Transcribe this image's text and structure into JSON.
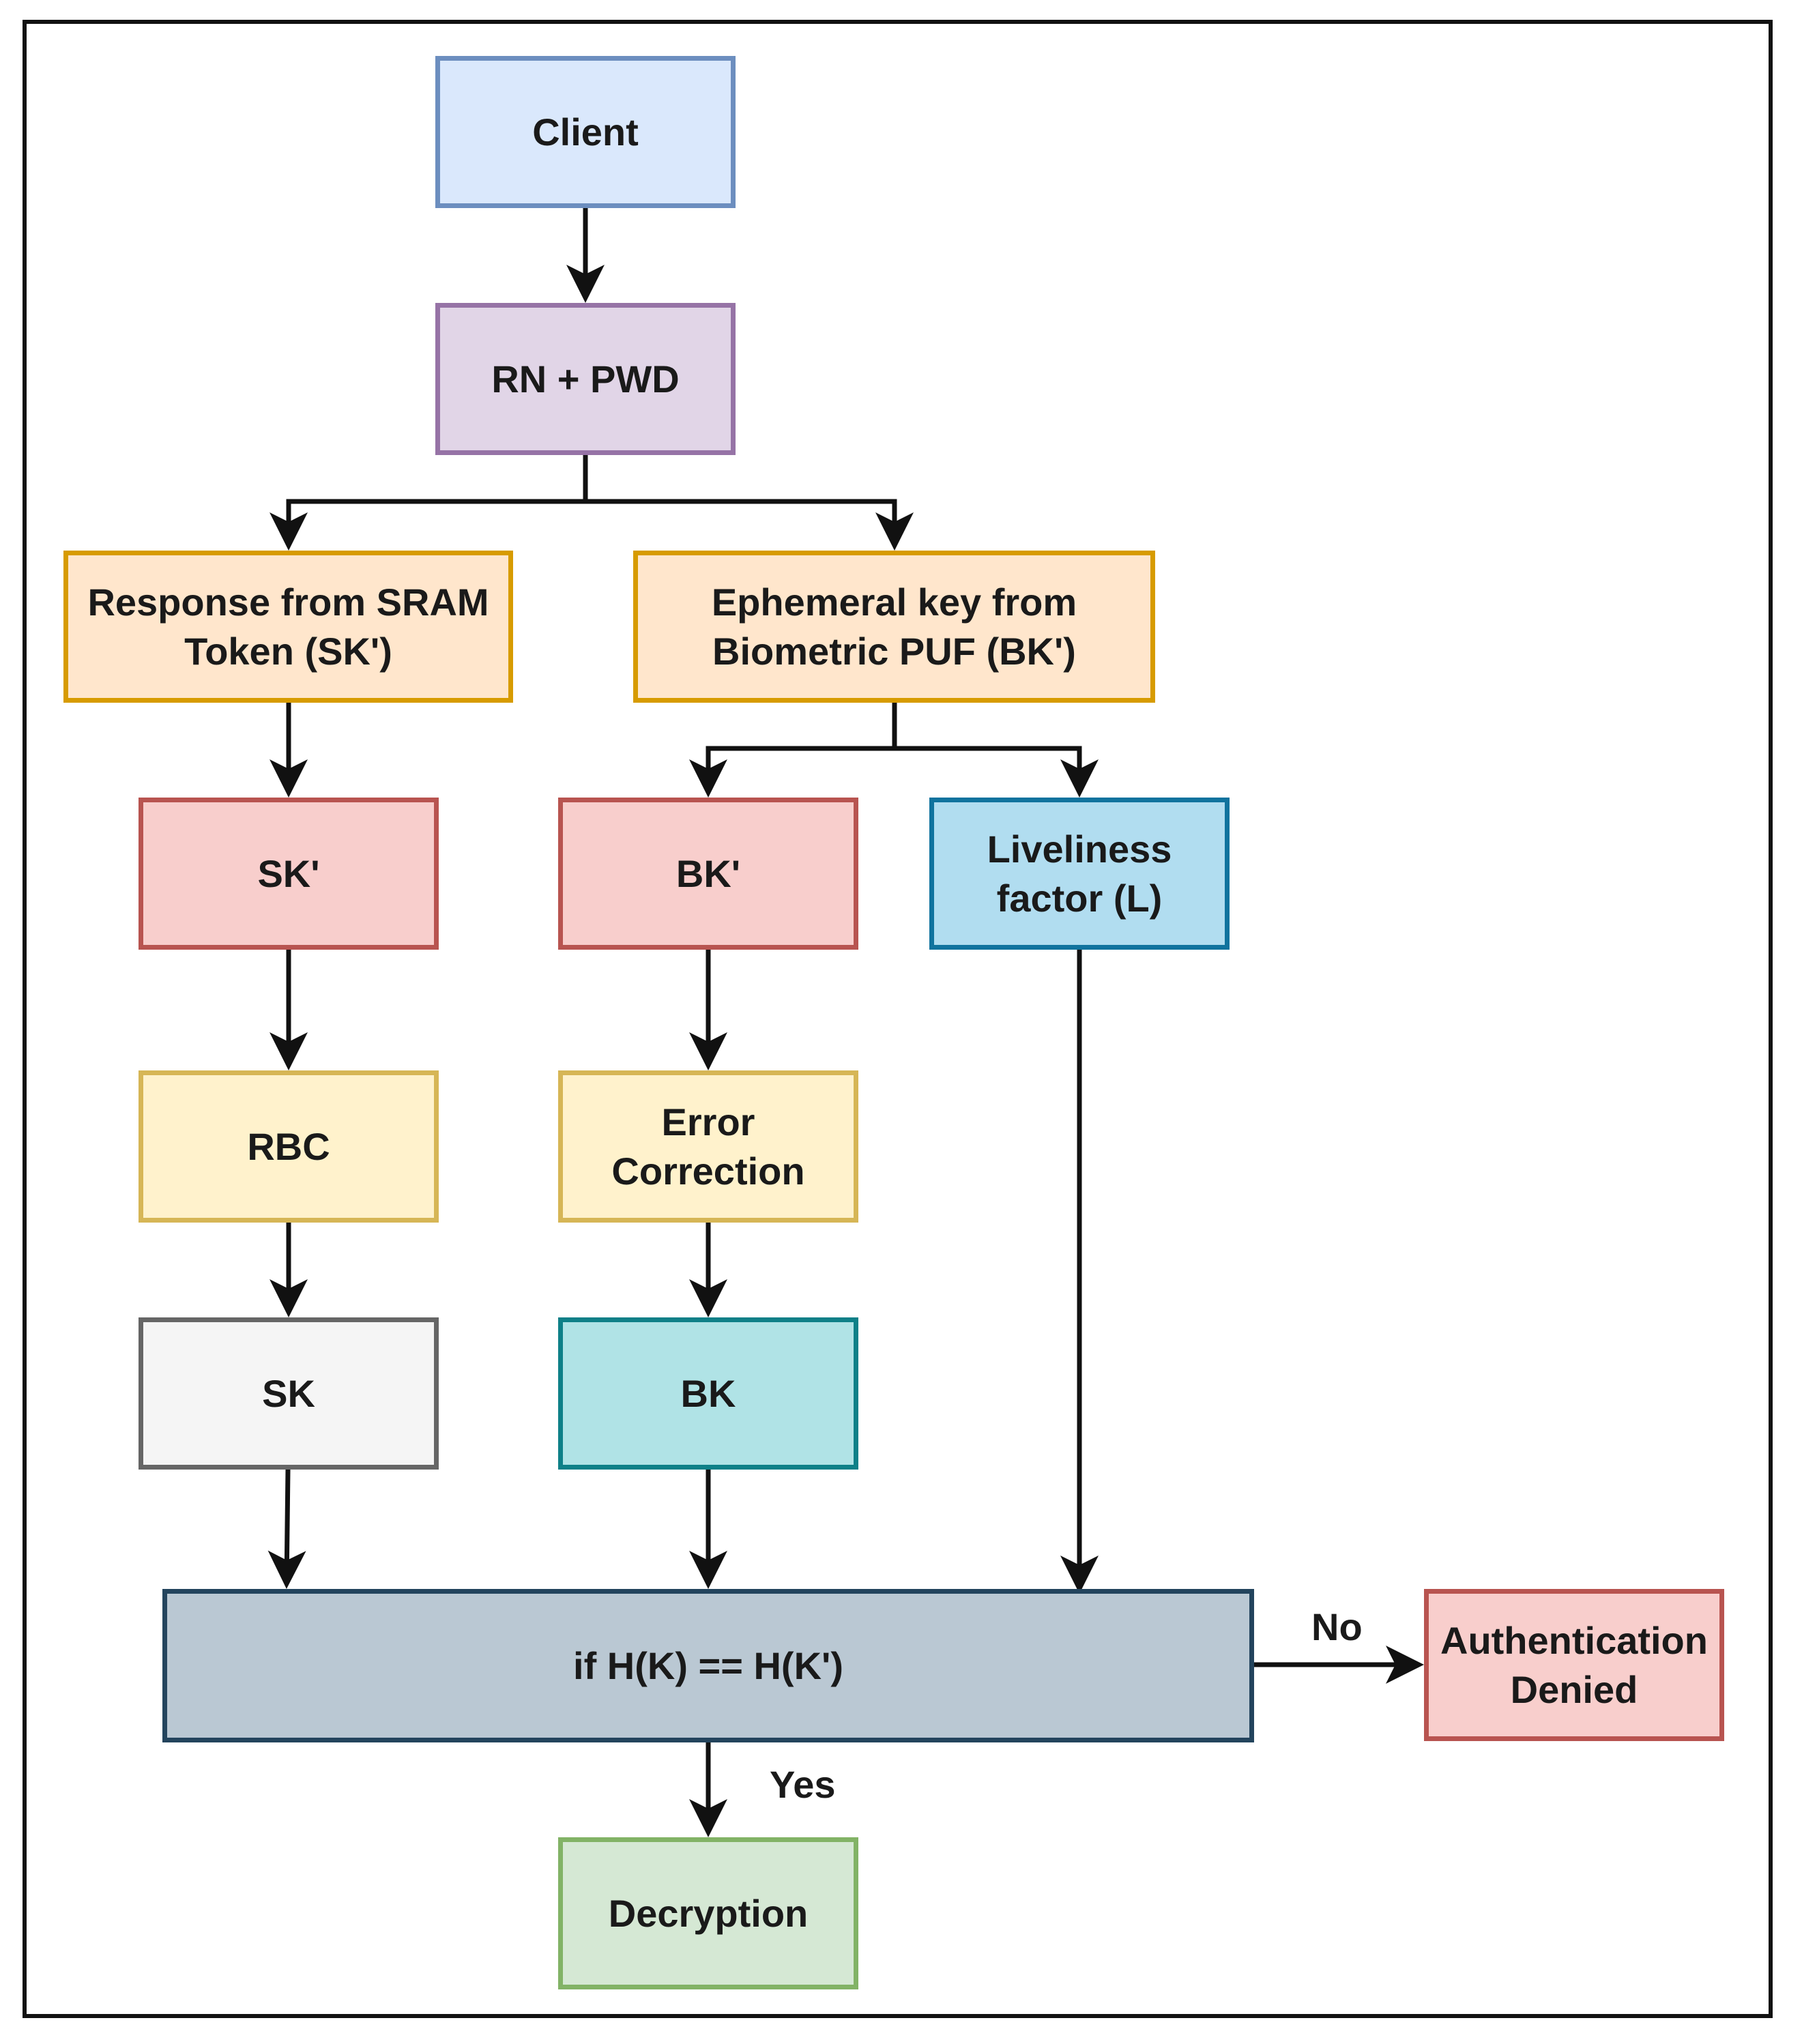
{
  "nodes": {
    "client": {
      "text": "Client",
      "fill": "#dae8fc",
      "stroke": "#6c8ebf"
    },
    "rn_pwd": {
      "text": "RN + PWD",
      "fill": "#e1d5e7",
      "stroke": "#9673a6"
    },
    "sram_response": {
      "text": "Response from SRAM\nToken (SK')",
      "fill": "#ffe6cc",
      "stroke": "#d79b00"
    },
    "ephemeral_key": {
      "text": "Ephemeral key from\nBiometric PUF (BK')",
      "fill": "#ffe6cc",
      "stroke": "#d79b00"
    },
    "sk_prime": {
      "text": "SK'",
      "fill": "#f8cecc",
      "stroke": "#b85450"
    },
    "bk_prime": {
      "text": "BK'",
      "fill": "#f8cecc",
      "stroke": "#b85450"
    },
    "liveliness": {
      "text": "Liveliness\nfactor (L)",
      "fill": "#b1ddf0",
      "stroke": "#10739e"
    },
    "rbc": {
      "text": "RBC",
      "fill": "#fff2cc",
      "stroke": "#d6b656"
    },
    "error_correction": {
      "text": "Error\nCorrection",
      "fill": "#fff2cc",
      "stroke": "#d6b656"
    },
    "sk": {
      "text": "SK",
      "fill": "#f5f5f5",
      "stroke": "#666666"
    },
    "bk": {
      "text": "BK",
      "fill": "#b0e3e6",
      "stroke": "#0e8088"
    },
    "hash_check": {
      "text": "if H(K) == H(K')",
      "fill": "#bac8d3",
      "stroke": "#23445d"
    },
    "auth_denied": {
      "text": "Authentication\nDenied",
      "fill": "#f8cecc",
      "stroke": "#b85450"
    },
    "decryption": {
      "text": "Decryption",
      "fill": "#d5e8d4",
      "stroke": "#82b366"
    }
  },
  "edge_labels": {
    "no": "No",
    "yes": "Yes"
  },
  "edge_color": "#111111"
}
